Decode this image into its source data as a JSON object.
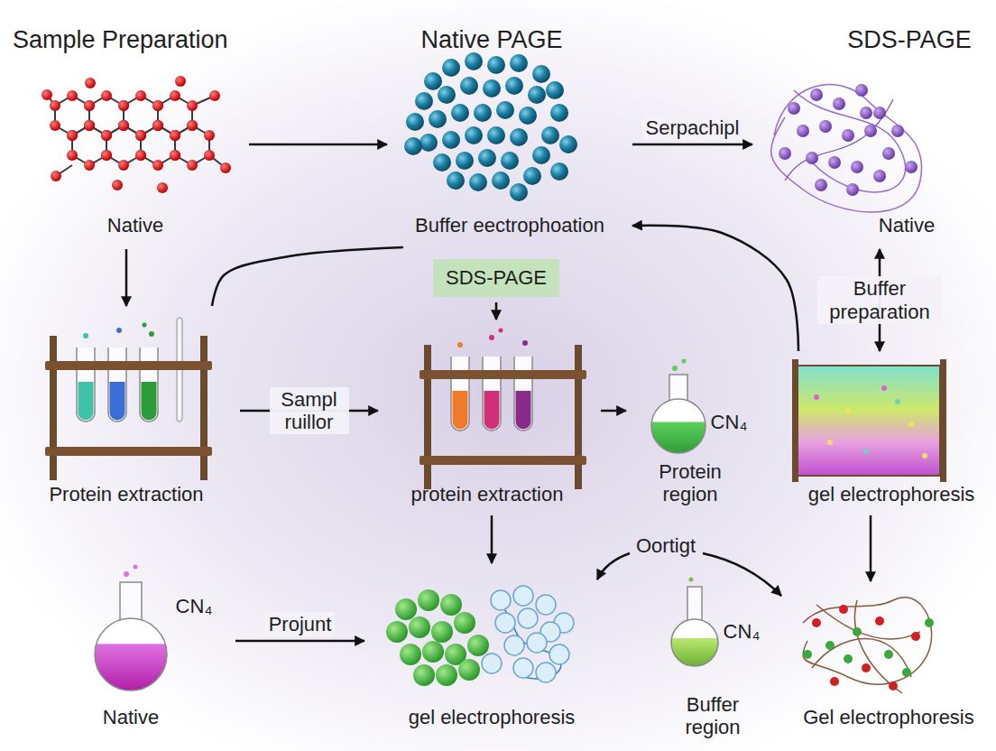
{
  "diagram": {
    "nodes": [
      {
        "text": [
          "Native"
        ]
      },
      {
        "text": [
          "Buffer eectrophoation"
        ]
      },
      {
        "text": [
          "Native"
        ]
      },
      {
        "text": [
          "SDS-PAGE"
        ]
      },
      {
        "text": [
          "Protein extraction"
        ]
      },
      {
        "text": [
          "protein extraction"
        ]
      },
      {
        "text": [
          "CN₄",
          "Protein region"
        ]
      },
      {
        "text": [
          "gel electrophoresis"
        ]
      },
      {
        "text": [
          "CN₄",
          "Native"
        ]
      },
      {
        "text": [
          "gel electrophoresis"
        ]
      },
      {
        "text": [
          "CN₄",
          "Buffer region"
        ]
      },
      {
        "text": [
          "Gel electrophoresis"
        ]
      }
    ],
    "edges": [
      {
        "from": 0,
        "to": 1,
        "arrow": "to"
      },
      {
        "from": 1,
        "to": 2,
        "label": "Serpachipl",
        "arrow": "to"
      },
      {
        "from": 0,
        "to": 4,
        "arrow": "to"
      },
      {
        "from": 4,
        "to": 1,
        "arrow": "none"
      },
      {
        "from": 7,
        "to": 1,
        "arrow": "to"
      },
      {
        "from": 3,
        "to": 5,
        "arrow": "to"
      },
      {
        "from": 4,
        "to": 5,
        "label": "Sampl ruillor",
        "arrow": "to"
      },
      {
        "from": 5,
        "to": 6,
        "arrow": "to"
      },
      {
        "from": 2,
        "to": 7,
        "label": "Buffer preparation",
        "arrow": "both"
      },
      {
        "from": 5,
        "to": 9,
        "arrow": "to"
      },
      {
        "from": 7,
        "to": 11,
        "arrow": "to"
      },
      {
        "from": 8,
        "to": 9,
        "label": "Projunt",
        "arrow": "to"
      }
    ],
    "labels": [
      "Sample Preparation",
      "Native PAGE",
      "SDS-PAGE",
      "Oortigt"
    ]
  }
}
